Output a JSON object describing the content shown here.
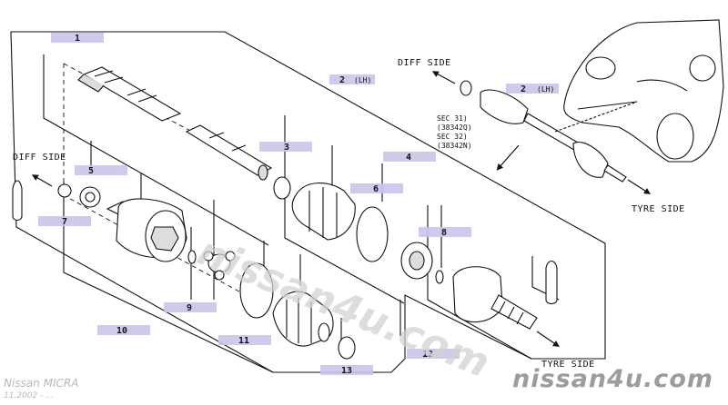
{
  "labels": {
    "p1": "1",
    "p2": "2",
    "p2b": "2",
    "p3": "3",
    "p4": "4",
    "p5": "5",
    "p6": "6",
    "p7": "7",
    "p8": "8",
    "p9": "9",
    "p10": "10",
    "p11": "11",
    "p12": "12",
    "p13": "13",
    "lh": "(LH)",
    "lh2": "(LH)"
  },
  "sides": {
    "diff_top": "DIFF SIDE",
    "diff_left": "DIFF SIDE",
    "tyre_top": "TYRE SIDE",
    "tyre_bottom": "TYRE SIDE"
  },
  "sec": {
    "line1": "SEC 31)",
    "line2": "(38342Q)",
    "line3": "SEC 32)",
    "line4": "(38342N)"
  },
  "watermark": {
    "center": "nissan4u.com",
    "corner": "nissan4u.com"
  },
  "footer": {
    "model": "Nissan MICRA",
    "date": "11.2002 - ..."
  },
  "colors": {
    "line": "#111111",
    "label_box": "#c9c6e8"
  }
}
